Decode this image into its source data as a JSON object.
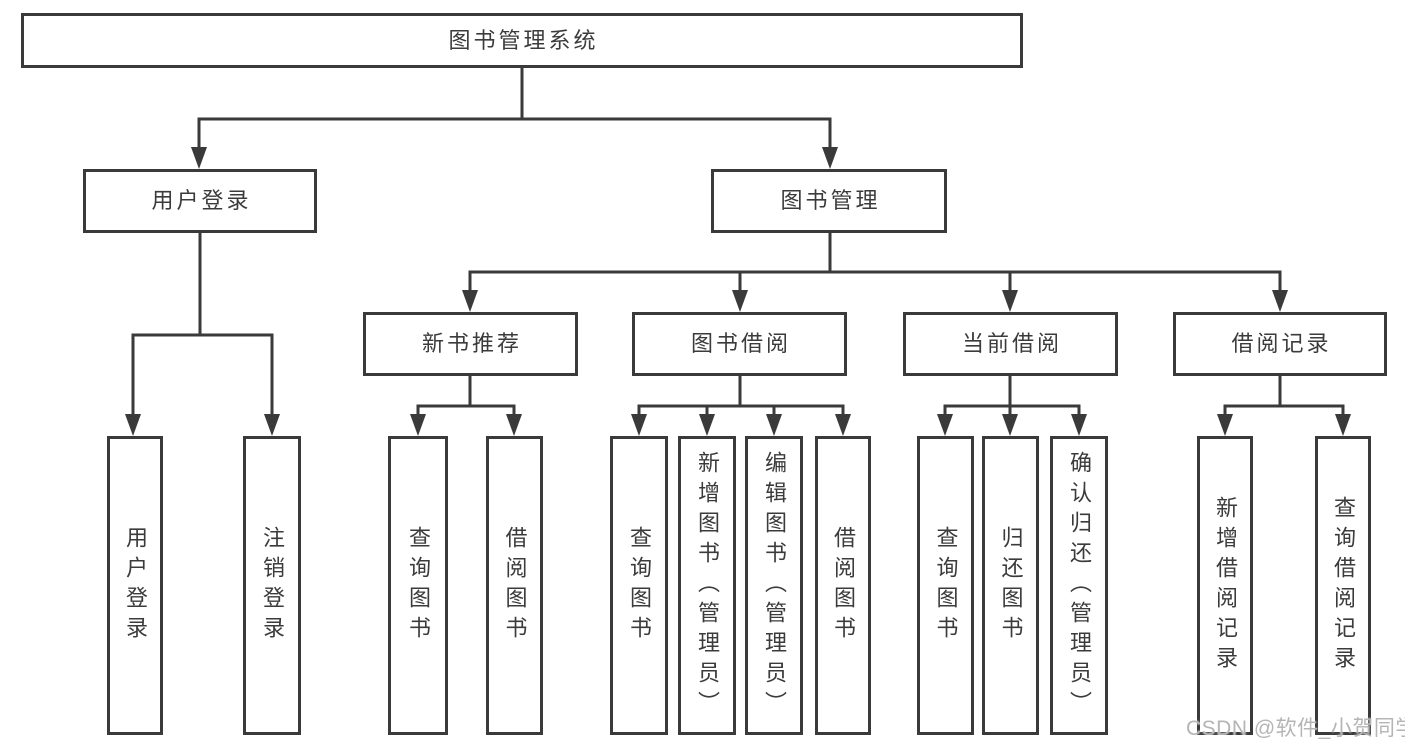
{
  "tree": {
    "label": "图书管理系统",
    "children": [
      {
        "label": "用户登录",
        "children": [
          {
            "label": "用户登录"
          },
          {
            "label": "注销登录"
          }
        ]
      },
      {
        "label": "图书管理",
        "children": [
          {
            "label": "新书推荐",
            "children": [
              {
                "label": "查询图书"
              },
              {
                "label": "借阅图书"
              }
            ]
          },
          {
            "label": "图书借阅",
            "children": [
              {
                "label": "查询图书"
              },
              {
                "label": "新增图书（管理员）"
              },
              {
                "label": "编辑图书（管理员）"
              },
              {
                "label": "借阅图书"
              }
            ]
          },
          {
            "label": "当前借阅",
            "children": [
              {
                "label": "查询图书"
              },
              {
                "label": "归还图书"
              },
              {
                "label": "确认归还（管理员）"
              }
            ]
          },
          {
            "label": "借阅记录",
            "children": [
              {
                "label": "新增借阅记录"
              },
              {
                "label": "查询借阅记录"
              }
            ]
          }
        ]
      }
    ]
  },
  "watermark": {
    "text": "CSDN @软件_小贺同学"
  },
  "colors": {
    "background": "#ffffff",
    "box_fill": "#ffffff",
    "line": "#3a3a3a",
    "text": "#3b3b3b",
    "watermark": "#b5b5b5"
  }
}
